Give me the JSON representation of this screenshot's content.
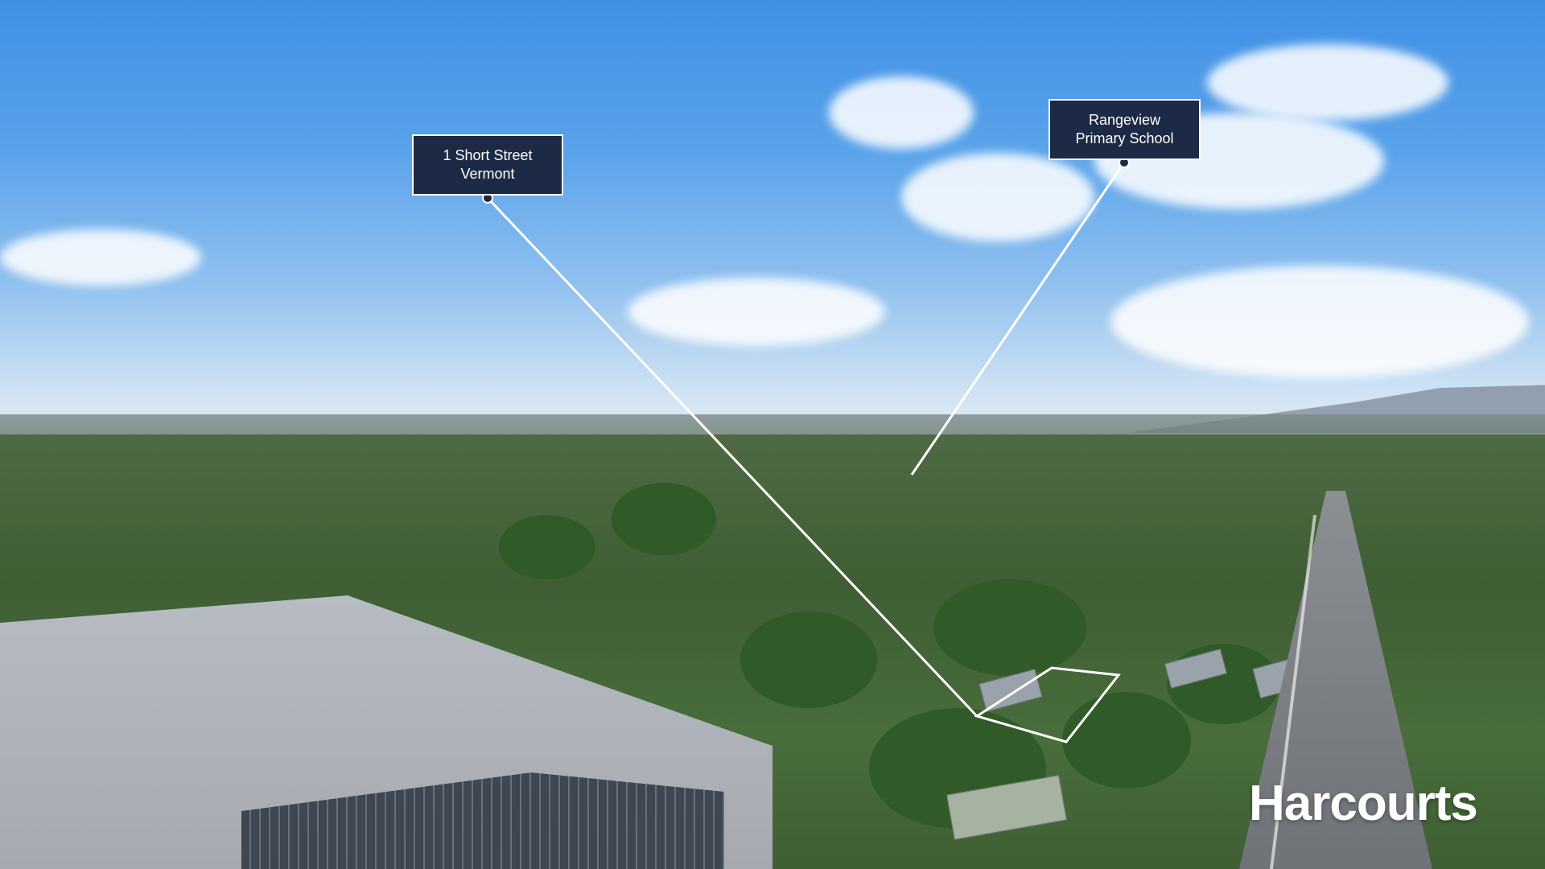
{
  "photo": {
    "description_visible_text_only": true
  },
  "markers": [
    {
      "line1": "1 Short Street",
      "line2": "Vermont"
    },
    {
      "line1": "Rangeview",
      "line2": "Primary School"
    }
  ],
  "brand": {
    "logo_text": "Harcourts"
  },
  "colors": {
    "marker_bg": "#1c2a45",
    "marker_border": "#ffffff",
    "line": "#ffffff",
    "sky_top": "#3f8fe6",
    "vegetation": "#3f5e34"
  },
  "icons": {
    "marker_pin": "pin-dot-icon"
  }
}
